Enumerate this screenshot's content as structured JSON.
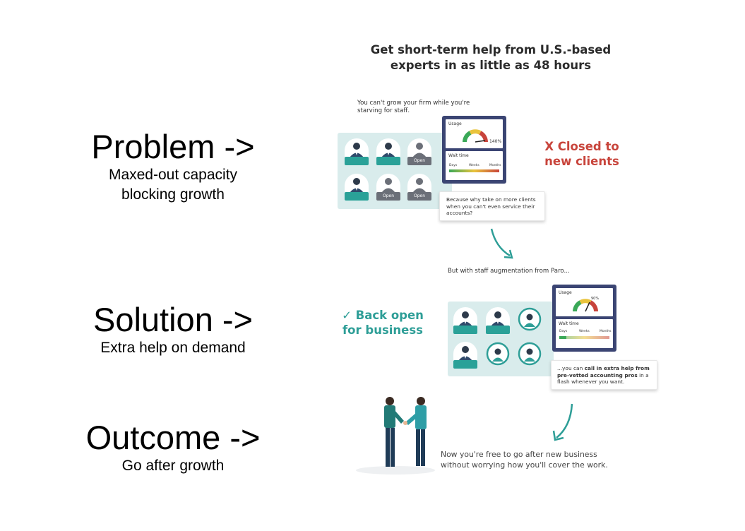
{
  "sections": [
    {
      "title": "Problem ->",
      "subtitle_line1": "Maxed-out capacity",
      "subtitle_line2": "blocking growth"
    },
    {
      "title": "Solution ->",
      "subtitle_line1": "Extra help on demand"
    },
    {
      "title": "Outcome ->",
      "subtitle_line1": "Go after growth"
    }
  ],
  "graphic": {
    "headline_line1": "Get short-term help from U.S.-based",
    "headline_line2": "experts in as little as 48 hours",
    "problem_caption_line1": "You can't grow your firm while you're",
    "problem_caption_line2": "starving for staff.",
    "problem_status_line1": "X Closed to",
    "problem_status_line2": "new clients",
    "problem_card_line1": "Because why take on more clients",
    "problem_card_line2": "when you can't even service their",
    "problem_card_line3": "accounts?",
    "problem_dash": {
      "usage_label": "Usage",
      "usage_value": "140%",
      "wait_label": "Wait time",
      "scale": [
        "Days",
        "Weeks",
        "Months"
      ]
    },
    "open_label": "Open",
    "solution_caption": "But with staff augmentation from Paro...",
    "solution_status_line1": "✓ Back open",
    "solution_status_line2": "for business",
    "solution_dash": {
      "usage_label": "Usage",
      "usage_value": "90%",
      "wait_label": "Wait time",
      "scale": [
        "Days",
        "Weeks",
        "Months"
      ]
    },
    "solution_card_pre": "...you can ",
    "solution_card_bold1": "call in extra help from",
    "solution_card_bold2": "pre-vetted accounting pros",
    "solution_card_post": " in a",
    "solution_card_line3": "flash whenever you want.",
    "outcome_line1": "Now you're free to go after new business",
    "outcome_line2": "without worrying how you'll cover the work."
  },
  "colors": {
    "teal": "#2aa198",
    "red": "#c8443b",
    "navy": "#3b4573",
    "panel": "#d9ecec"
  }
}
